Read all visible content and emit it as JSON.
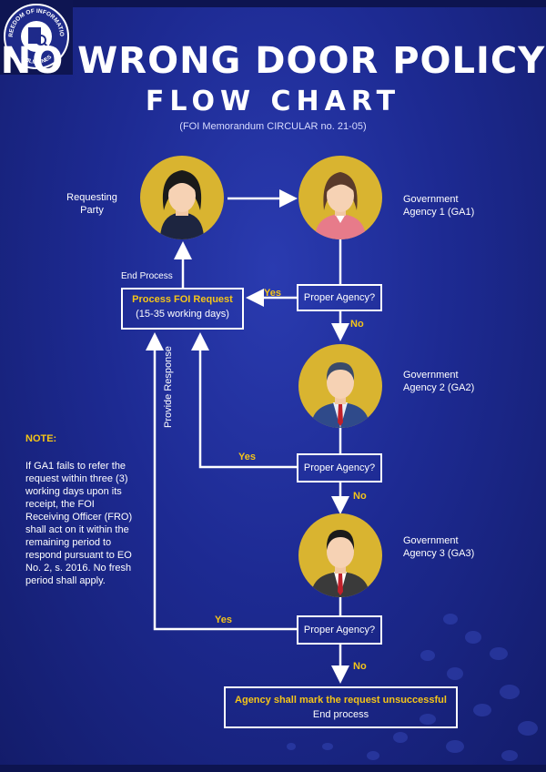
{
  "header": {
    "logo_text_top": "FREEDOM OF INFORMATION",
    "logo_text_bottom": "PHILIPPINES",
    "title_line1": "NO WRONG DOOR POLICY",
    "title_line2": "FLOW CHART",
    "subtitle": "(FOI Memorandum CIRCULAR no. 21-05)"
  },
  "nodes": {
    "requesting_party": {
      "label_line1": "Requesting",
      "label_line2": "Party"
    },
    "ga1": {
      "label_line1": "Government",
      "label_line2": "Agency 1 (GA1)"
    },
    "ga2": {
      "label_line1": "Government",
      "label_line2": "Agency 2 (GA2)"
    },
    "ga3": {
      "label_line1": "Government",
      "label_line2": "Agency 3 (GA3)"
    },
    "decision1": "Proper Agency?",
    "decision2": "Proper Agency?",
    "decision3": "Proper Agency?",
    "process": {
      "title": "Process FOI Request",
      "sub": "(15-35 working days)"
    },
    "end_process": "End Process",
    "provide_response": "Provide Response",
    "final": {
      "title": "Agency shall mark the request unsuccessful",
      "sub": "End process"
    }
  },
  "edges": {
    "yes1": "Yes",
    "no1": "No",
    "yes2": "Yes",
    "no2": "No",
    "yes3": "Yes",
    "no3": "No"
  },
  "note": {
    "title": "NOTE:",
    "body": "If GA1 fails to refer the request within three (3) working days upon its receipt, the FOI Receiving Officer (FRO) shall act on it within the remaining period to respond pursuant to EO No. 2, s. 2016. No fresh period shall apply."
  },
  "colors": {
    "background": "#1d2a92",
    "accent": "#f5c518",
    "avatar_bg": "#d9b430"
  }
}
